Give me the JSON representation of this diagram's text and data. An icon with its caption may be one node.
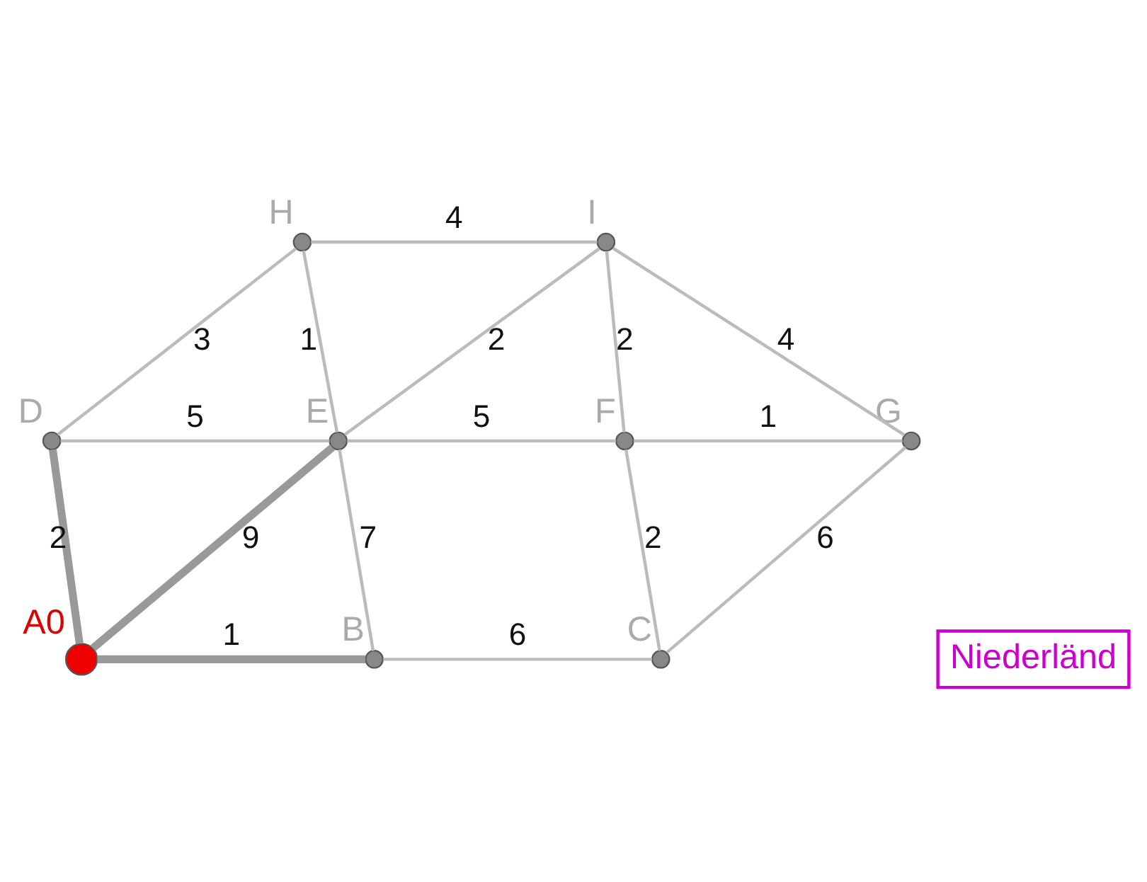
{
  "diagram": {
    "nodes": [
      {
        "text": [
          "H"
        ]
      },
      {
        "text": [
          "I"
        ]
      },
      {
        "text": [
          "D"
        ]
      },
      {
        "text": [
          "E"
        ]
      },
      {
        "text": [
          "F"
        ]
      },
      {
        "text": [
          "G"
        ]
      },
      {
        "text": [
          "A0"
        ]
      },
      {
        "text": [
          "B"
        ]
      },
      {
        "text": [
          "C"
        ]
      }
    ],
    "edges": [
      {
        "from": 0,
        "to": 1,
        "arrow": "none",
        "label": "4"
      },
      {
        "from": 2,
        "to": 0,
        "arrow": "none",
        "label": "3"
      },
      {
        "from": 0,
        "to": 3,
        "arrow": "none",
        "label": "1"
      },
      {
        "from": 3,
        "to": 1,
        "arrow": "none",
        "label": "2"
      },
      {
        "from": 1,
        "to": 4,
        "arrow": "none",
        "label": "2"
      },
      {
        "from": 1,
        "to": 5,
        "arrow": "none",
        "label": "4"
      },
      {
        "from": 2,
        "to": 3,
        "arrow": "none",
        "label": "5"
      },
      {
        "from": 3,
        "to": 4,
        "arrow": "none",
        "label": "5"
      },
      {
        "from": 4,
        "to": 5,
        "arrow": "none",
        "label": "1"
      },
      {
        "from": 2,
        "to": 6,
        "arrow": "none",
        "label": "2",
        "style": "thick"
      },
      {
        "from": 6,
        "to": 3,
        "arrow": "none",
        "label": "9",
        "style": "thick"
      },
      {
        "from": 3,
        "to": 7,
        "arrow": "none",
        "label": "7"
      },
      {
        "from": 4,
        "to": 8,
        "arrow": "none",
        "label": "2"
      },
      {
        "from": 8,
        "to": 5,
        "arrow": "none",
        "label": "6"
      },
      {
        "from": 6,
        "to": 7,
        "arrow": "none",
        "label": "1",
        "style": "thick"
      },
      {
        "from": 7,
        "to": 8,
        "arrow": "none",
        "label": "6"
      }
    ],
    "labels": [
      "Niederländ"
    ]
  }
}
